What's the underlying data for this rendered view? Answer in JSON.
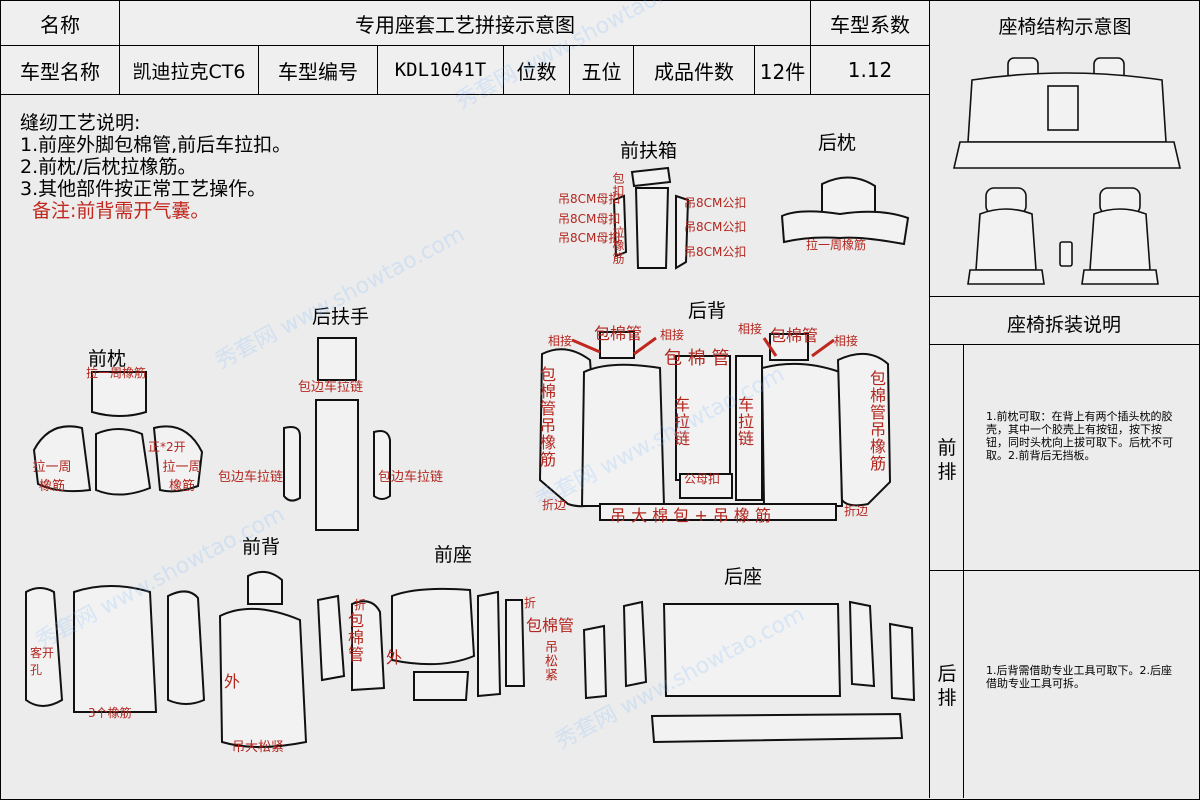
{
  "header": {
    "name_label": "名称",
    "title": "专用座套工艺拼接示意图",
    "coef_label": "车型系数",
    "struct_label": "座椅结构示意图",
    "model_name_label": "车型名称",
    "model_name": "凯迪拉克CT6",
    "model_no_label": "车型编号",
    "model_no": "KDL1041T",
    "seats_label": "位数",
    "seats": "五位",
    "pieces_label": "成品件数",
    "pieces": "12件",
    "coef": "1.12"
  },
  "notes": {
    "title": "缝纫工艺说明:",
    "items": [
      "1.前座外脚包棉管,前后车拉扣。",
      "2.前枕/后枕拉橡筋。",
      "3.其他部件按正常工艺操作。"
    ],
    "remark": "备注:前背需开气囊。"
  },
  "sections": {
    "front_armrest": "前扶箱",
    "rear_headrest": "后枕",
    "front_headrest": "前枕",
    "rear_armrest": "后扶手",
    "rear_back": "后背",
    "front_back": "前背",
    "front_seat": "前座",
    "rear_seat": "后座"
  },
  "annotations": {
    "hang_8cm_female_1": "吊8CM母扣",
    "hang_8cm_female_2": "吊8CM母扣",
    "hang_8cm_female_3": "吊8CM母扣",
    "hang_8cm_male_1": "吊8CM公扣",
    "hang_8cm_male_2": "吊8CM公扣",
    "hang_8cm_male_3": "吊8CM公扣",
    "wrap_buckle": "包扣",
    "pull_elastic_mid": "拉橡筋",
    "rear_headrest_elastic": "拉一周橡筋",
    "front_headrest_elastic": "拉一周橡筋",
    "pull_elastic_left": "拉一周橡筋",
    "pull_elastic_right": "拉一周橡筋",
    "zheng_open": "正*2开",
    "edge_zipper_top": "包边车拉链",
    "edge_zipper_left": "包边车拉链",
    "edge_zipper_right": "包边车拉链",
    "join_1": "相接",
    "join_2": "相接",
    "join_3": "相接",
    "join_4": "相接",
    "cotton_tube_1": "包棉管",
    "cotton_tube_2": "包 棉 管",
    "cotton_tube_3": "包棉管",
    "left_side": "包棉管吊橡筋",
    "right_side": "包棉管吊橡筋",
    "zipper_1": "车拉链",
    "zipper_2": "车拉链",
    "male_female_buckle": "公母扣",
    "fold_1": "折边",
    "fold_2": "折边",
    "bottom_hang": "吊 大 棉 包 + 吊 橡 筋",
    "airbag_open": "客开孔",
    "three_elastic": "3个橡筋",
    "outer_1": "外",
    "hang_big_loose": "吊大松紧",
    "fold_3": "折",
    "fold_4": "折",
    "front_cotton": "包棉管",
    "outer_2": "外",
    "seat_cotton": "包棉管",
    "hang_loose": "吊松紧"
  },
  "right_panel": {
    "disassembly_title": "座椅拆装说明",
    "front_row_label": "前排",
    "front_row_text": "1.前枕可取：在背上有两个插头枕的胶壳，其中一个胶壳上有按钮，按下按钮，同时头枕向上拔可取下。后枕不可取。2.前背后无挡板。",
    "rear_row_label": "后排",
    "rear_row_text": "1.后背需借助专业工具可取下。2.后座借助专业工具可拆。"
  },
  "watermark": "秀套网 www.showtao.com"
}
